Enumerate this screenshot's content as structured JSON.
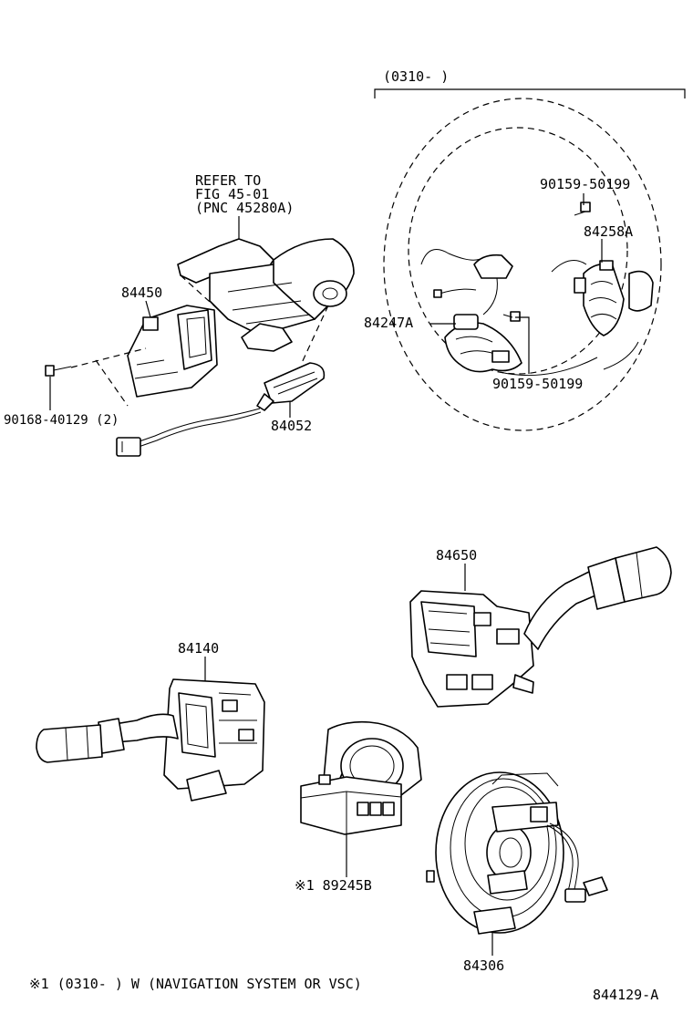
{
  "bracket_label": "(0310-     )",
  "refer_note": {
    "line1": "REFER TO",
    "line2": "FIG 45-01",
    "line3": "(PNC 45280A)"
  },
  "parts": {
    "p84450": "84450",
    "p90168": "90168-40129 (2)",
    "p84052": "84052",
    "p90159_top": "90159-50199",
    "p84258A": "84258A",
    "p84247A": "84247A",
    "p90159_bottom": "90159-50199",
    "p84650": "84650",
    "p84140": "84140",
    "p89245B": "※1 89245B",
    "p84306": "84306"
  },
  "footnote": "※1 (0310-     ) W (NAVIGATION SYSTEM OR VSC)",
  "figure_code": "844129-A"
}
